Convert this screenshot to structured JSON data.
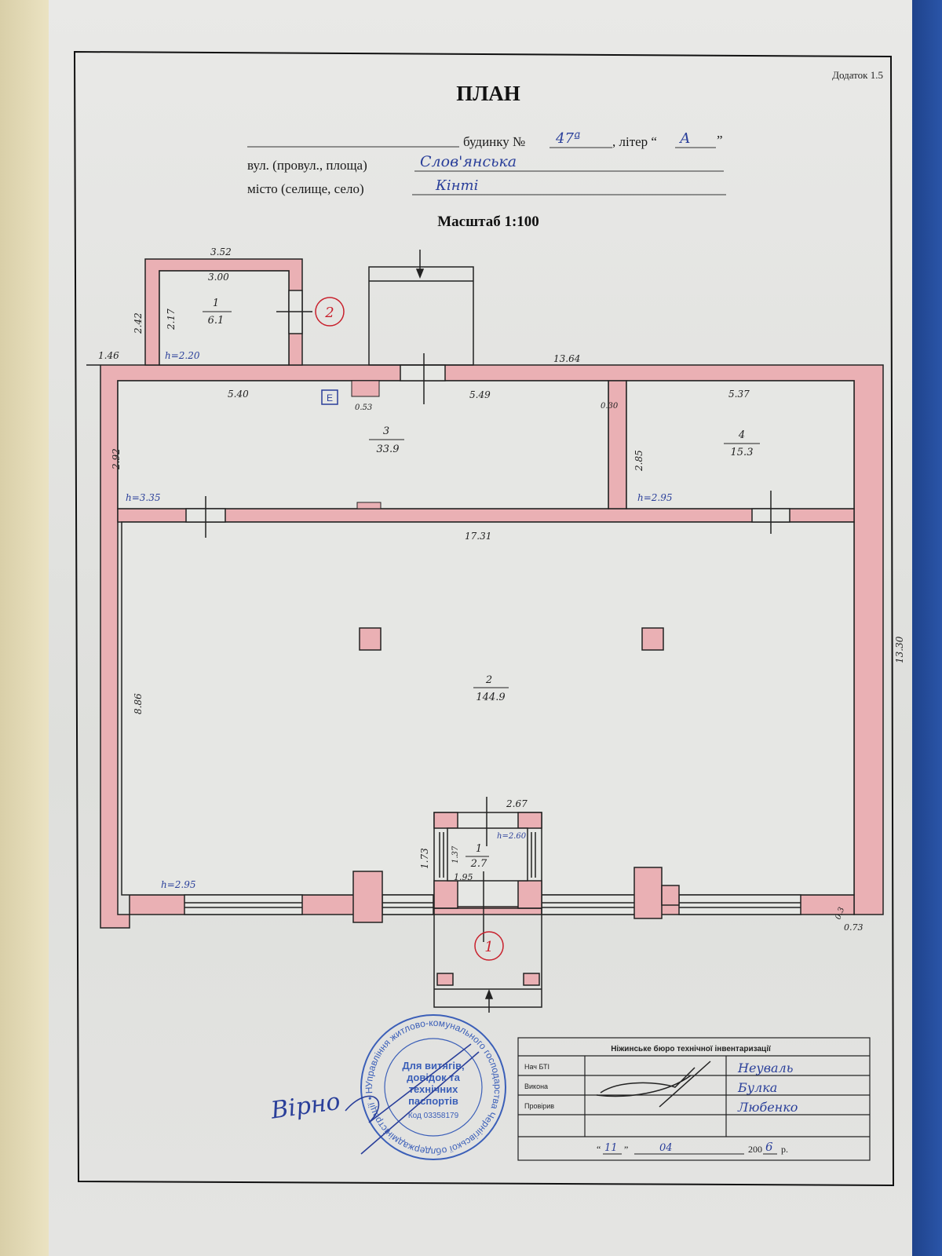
{
  "header": {
    "appendix": "Додаток 1.5",
    "title": "ПЛАН",
    "house_label": "будинку №",
    "house_number": "47ª",
    "letter_label": ", літер “",
    "letter_close": "”",
    "letter_value": "А",
    "street_label": "вул. (провул., площа)",
    "street_value": "Слов'янська",
    "city_label": "місто (селище, село)",
    "city_value": "Кінті",
    "scale": "Масштаб 1:100"
  },
  "plan": {
    "dims": {
      "d352": "3.52",
      "d300": "3.00",
      "d242": "2.42",
      "d217": "2.17",
      "d146": "1.46",
      "h220": "h=2.20",
      "d1364": "13.64",
      "d540": "5.40",
      "d053": "0.53",
      "d549": "5.49",
      "d030": "0.30",
      "d537": "5.37",
      "d292": "2.92",
      "d285": "2.85",
      "h335": "h=3.35",
      "h295a": "h=2.95",
      "d1731": "17.31",
      "d886": "8.86",
      "d1330": "13.30",
      "d267": "2.67",
      "d173": "1.73",
      "d137": "1.37",
      "d195": "1.95",
      "h260": "h=2.60",
      "h295b": "h=2.95",
      "d03": "0.3",
      "d073": "0.73"
    },
    "rooms": [
      {
        "num": "1",
        "area": "6.1"
      },
      {
        "num": "3",
        "area": "33.9"
      },
      {
        "num": "4",
        "area": "15.3"
      },
      {
        "num": "2",
        "area": "144.9"
      },
      {
        "num": "1",
        "area": "2.7"
      }
    ],
    "markers": {
      "entrance_2": "2",
      "entrance_1": "1",
      "electric": "E"
    }
  },
  "stamp": {
    "ring_text": "Управління житлово-комунального господарства Чернігівської облдержадміністрації • Ніжинське міжміське бюро технічної інвентаризації •",
    "center_lines": [
      "Для витягів,",
      "довідок та",
      "технічних",
      "паспортів"
    ],
    "code": "Код 03358179",
    "signature_text": "Вірно"
  },
  "title_block": {
    "org": "Ніжинське бюро технічної інвентаризації",
    "rows": [
      {
        "role": "Нач БТІ",
        "name": "Неуваль"
      },
      {
        "role": "Викона",
        "name": "Булка"
      },
      {
        "role": "Провірив",
        "name": "Любенко"
      }
    ],
    "date_day": "11",
    "date_month": "04",
    "date_year_prefix": "200",
    "date_year_digit": "6",
    "date_suffix": "р."
  },
  "colors": {
    "wall": "#e9a7ad",
    "ink": "#1c1c1c",
    "blue_ink": "#2a3f9a",
    "red_ink": "#c8202c",
    "stamp": "#3b5fb8"
  }
}
